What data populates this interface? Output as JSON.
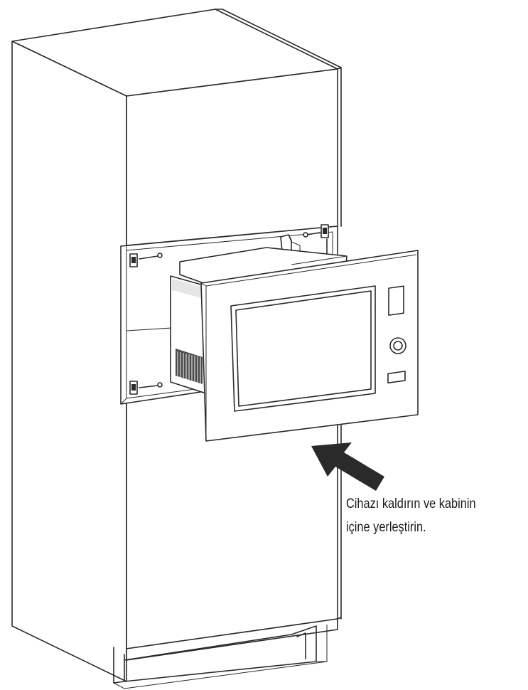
{
  "instruction": {
    "line1": "Cihazı kaldırın ve kabinin",
    "line2": "içine yerleştirin."
  },
  "icons": {
    "cabinet": "tall-cabinet-illustration",
    "appliance": "built-in-microwave-illustration",
    "arrow": "push-arrow-icon"
  },
  "colors": {
    "line": "#2a2a2a",
    "background": "#ffffff"
  }
}
